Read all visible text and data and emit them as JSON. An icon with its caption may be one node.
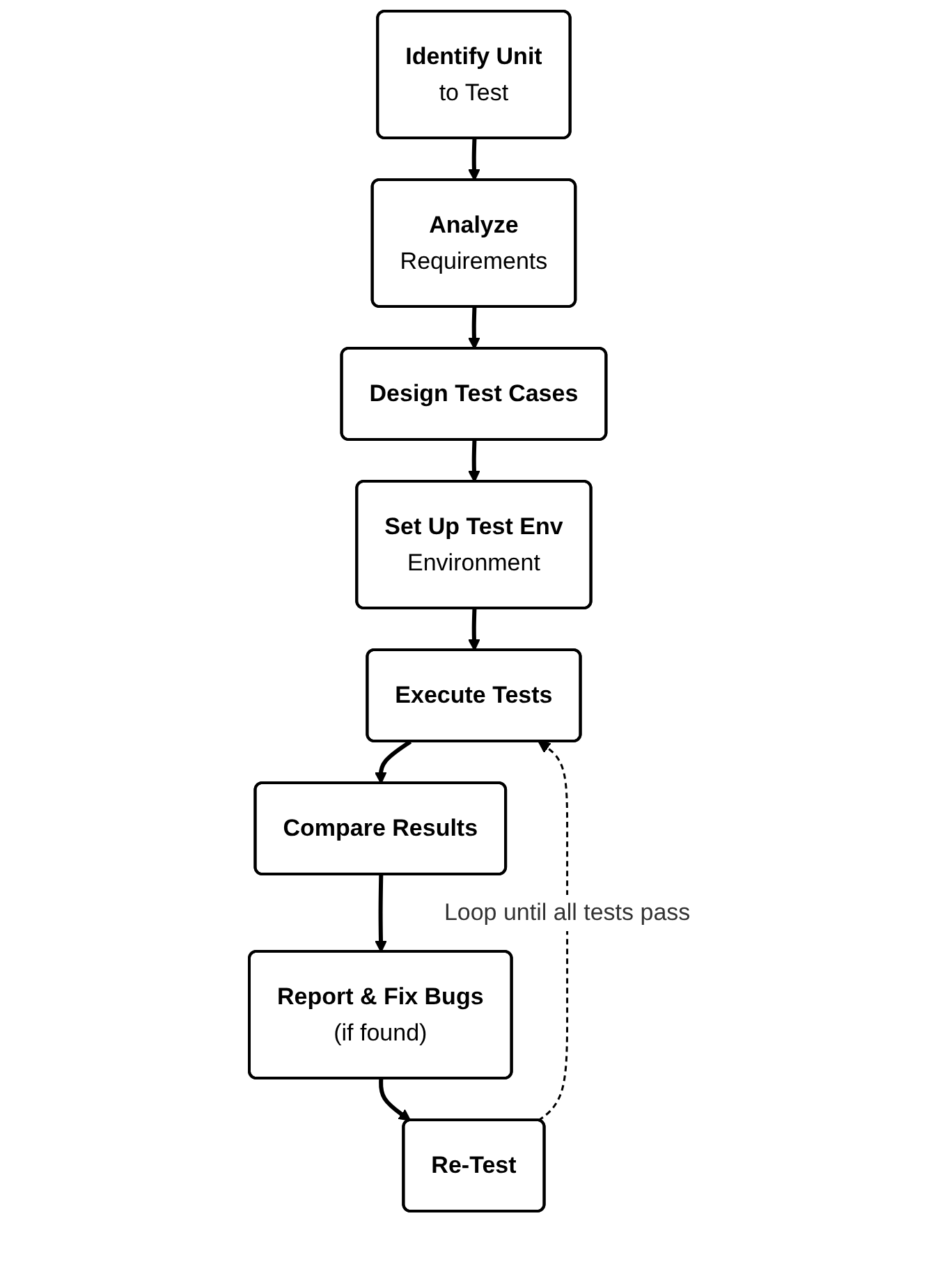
{
  "diagram": {
    "nodes": [
      {
        "text": [
          "Identify Unit",
          "to Test"
        ]
      },
      {
        "text": [
          "Analyze",
          "Requirements"
        ]
      },
      {
        "text": [
          "Design Test Cases"
        ]
      },
      {
        "text": [
          "Set Up Test Env",
          "Environment"
        ]
      },
      {
        "text": [
          "Execute Tests"
        ]
      },
      {
        "text": [
          "Compare Results"
        ]
      },
      {
        "text": [
          "Report & Fix Bugs",
          "(if found)"
        ]
      },
      {
        "text": [
          "Re-Test"
        ]
      }
    ],
    "edges": [
      {
        "from": 0,
        "to": 1,
        "arrow": "to"
      },
      {
        "from": 1,
        "to": 2,
        "arrow": "to"
      },
      {
        "from": 2,
        "to": 3,
        "arrow": "to"
      },
      {
        "from": 3,
        "to": 4,
        "arrow": "to"
      },
      {
        "from": 4,
        "to": 5,
        "arrow": "to"
      },
      {
        "from": 5,
        "to": 6,
        "arrow": "to"
      },
      {
        "from": 6,
        "to": 7,
        "arrow": "to"
      },
      {
        "from": 7,
        "to": 4,
        "arrow": "to",
        "label": "Loop until all tests pass",
        "style": "dashed"
      }
    ]
  }
}
